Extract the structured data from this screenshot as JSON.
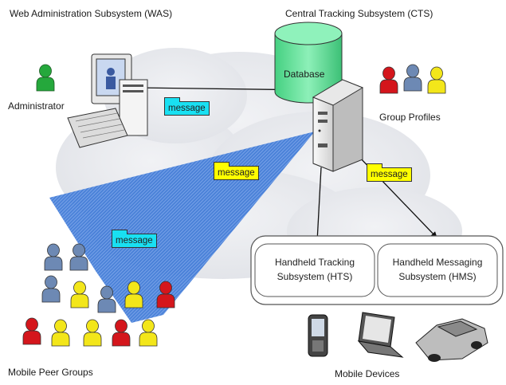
{
  "titles": {
    "was": "Web Administration Subsystem (WAS)",
    "cts": "Central Tracking Subsystem (CTS)"
  },
  "labels": {
    "administrator": "Administrator",
    "database": "Database",
    "group_profiles": "Group Profiles",
    "mobile_peer_groups": "Mobile Peer Groups",
    "mobile_devices": "Mobile Devices"
  },
  "messages": {
    "admin_link": "message",
    "broadcast_top": "message",
    "broadcast_bottom": "message",
    "server_handheld": "message"
  },
  "subsystems": {
    "hts_line1": "Handheld Tracking",
    "hts_line2": "Subsystem (HTS)",
    "hms_line1": "Handheld Messaging",
    "hms_line2": "Subsystem (HMS)"
  },
  "colors": {
    "message_cyan": "#19e0f2",
    "message_yellow": "#ffff00",
    "database_green": "#6fe8a0",
    "beam_blue": "#3f7ad6",
    "person_red": "#d4161c",
    "person_yellow": "#f3e61a",
    "person_blue": "#6d89b4",
    "person_green": "#25a83c"
  }
}
